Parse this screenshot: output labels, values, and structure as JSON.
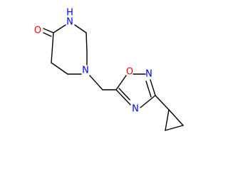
{
  "molecule": {
    "colors": {
      "bond": "#000000",
      "nitrogen": "#0000ff",
      "oxygen": "#ff0000",
      "background": "#ffffff"
    },
    "labels": {
      "ring_nh": "H",
      "ring_nh_n": "N",
      "carbonyl_o": "O",
      "ring_n_tertiary": "N",
      "oxadiazole_o": "O",
      "oxadiazole_n2": "N",
      "oxadiazole_n4": "N"
    }
  }
}
